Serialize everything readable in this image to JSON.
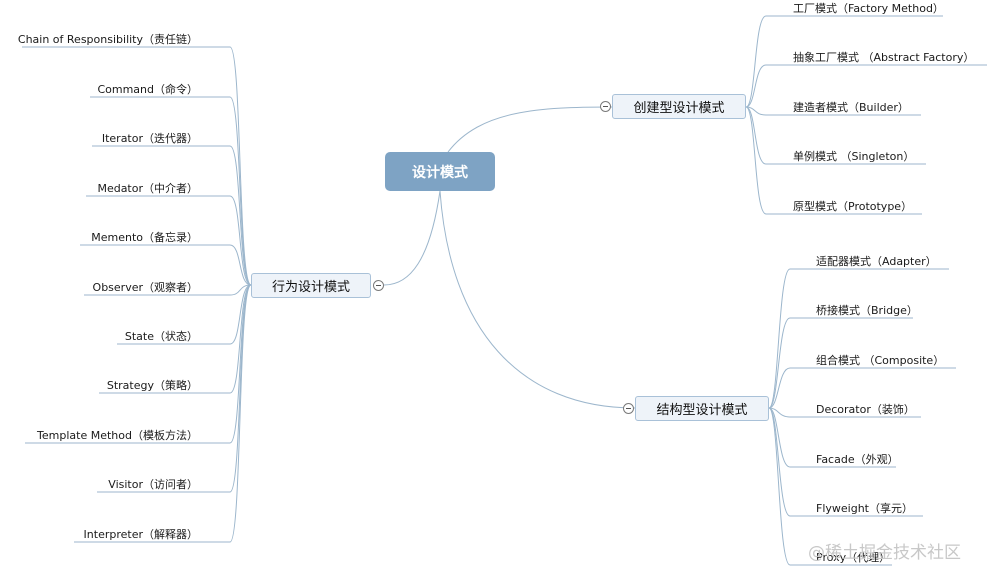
{
  "root": {
    "label": "设计模式"
  },
  "branches": {
    "creational": {
      "label": "创建型设计模式",
      "children": [
        "工厂模式（Factory Method）",
        "抽象工厂模式 （Abstract Factory）",
        "建造者模式（Builder）",
        "单例模式 （Singleton）",
        "原型模式（Prototype）"
      ]
    },
    "structural": {
      "label": "结构型设计模式",
      "children": [
        "适配器模式（Adapter）",
        "桥接模式（Bridge）",
        "组合模式 （Composite）",
        "Decorator（装饰）",
        "Facade（外观）",
        "Flyweight（享元）",
        "Proxy（代理）"
      ]
    },
    "behavioral": {
      "label": "行为设计模式",
      "children": [
        "Chain of Responsibility（责任链）",
        "Command（命令）",
        "Iterator（迭代器）",
        "Medator（中介者）",
        "Memento（备忘录）",
        "Observer（观察者）",
        "State（状态）",
        "Strategy（策略）",
        "Template Method（模板方法）",
        "Visitor（访问者）",
        "Interpreter（解释器）"
      ]
    }
  },
  "watermark": "@稀土掘金技术社区",
  "colors": {
    "line": "#9cb6cc",
    "root_fill": "#7ea3c4",
    "branch_fill": "#eef3f9",
    "branch_border": "#a9c1d8"
  },
  "icons": {
    "collapse": "collapse-minus-icon"
  }
}
